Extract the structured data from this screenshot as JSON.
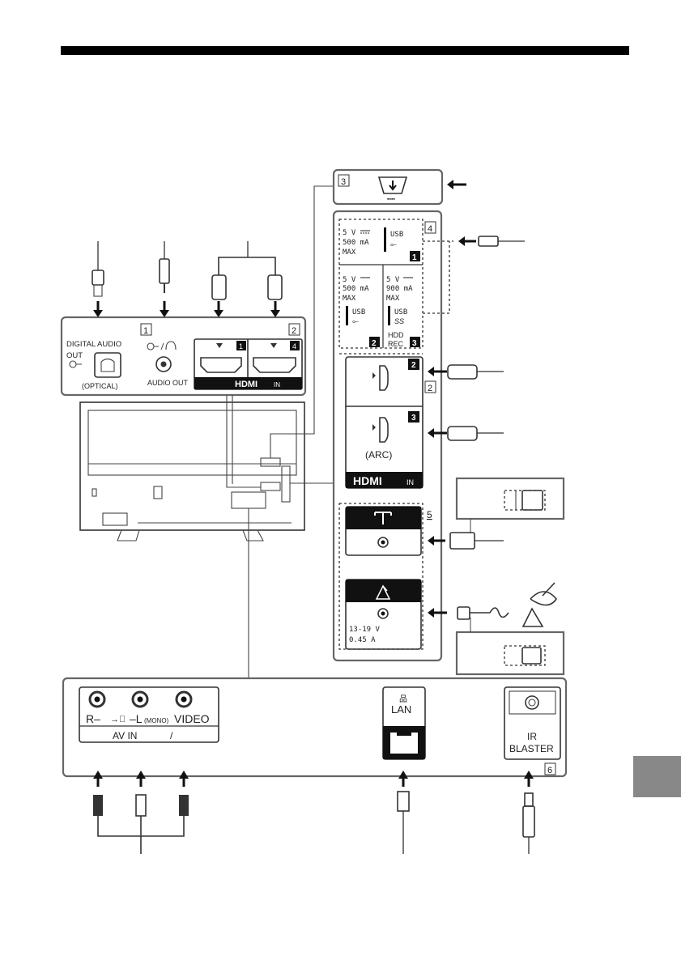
{
  "labels": {
    "digital_audio_out": "DIGITAL AUDIO",
    "out": "OUT",
    "optical": "(OPTICAL)",
    "audio_out": "AUDIO OUT",
    "hdmi": "HDMI",
    "in": "IN",
    "hdmi_port_1": "1",
    "hdmi_port_4": "4",
    "hdmi_port_2": "2",
    "hdmi_port_3": "3",
    "arc": "(ARC)",
    "callout_1": "1",
    "callout_2": "2",
    "callout_2b": "2",
    "callout_3": "3",
    "callout_4": "4",
    "callout_5": "5",
    "callout_6": "6",
    "usb1_volt": "5 V",
    "usb1_ma": "500 mA",
    "usb1_max": "MAX",
    "usb1_label": "USB",
    "usb1_num": "1",
    "usb2_volt": "5 V",
    "usb2_ma": "500 mA",
    "usb2_max": "MAX",
    "usb2_label": "USB",
    "usb2_num": "2",
    "usb3_volt": "5 V",
    "usb3_ma": "900 mA",
    "usb3_max": "MAX",
    "usb3_label": "USB",
    "usb3_ss": "SS",
    "hdd_rec_1": "HDD",
    "hdd_rec_2": "REC",
    "usb3_num": "3",
    "sat_volt": "13-19 V",
    "sat_amp": "0.45 A",
    "av_r": "R–",
    "av_l": "–L",
    "av_mono": "(MONO)",
    "av_video": "VIDEO",
    "av_in": "AV IN",
    "av_slash": "/",
    "lan": "LAN",
    "ir_1": "IR",
    "ir_2": "BLASTER"
  }
}
